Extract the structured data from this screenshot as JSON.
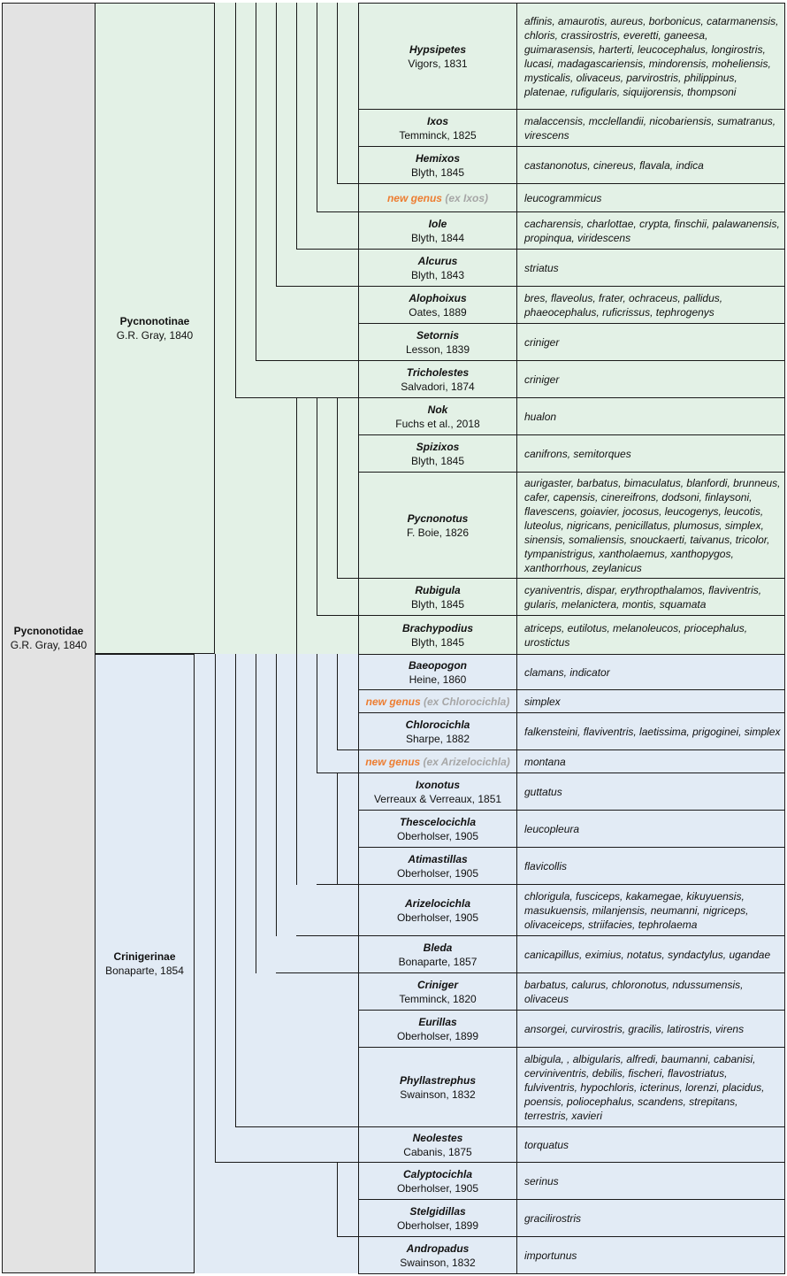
{
  "family": {
    "name": "Pycnonotidae",
    "author": "G.R. Gray, 1840"
  },
  "subfamilies": [
    {
      "name": "Pycnonotinae",
      "author": "G.R. Gray, 1840"
    },
    {
      "name": "Crinigerinae",
      "author": "Bonaparte, 1854"
    }
  ],
  "genera": [
    {
      "name": "Hypsipetes",
      "author": "Vigors, 1831",
      "species": "affinis, amaurotis, aureus, borbonicus, catarmanensis, chloris, crassirostris, everetti, ganeesa, guimarasensis, harterti, leucocephalus, longirostris, lucasi, madagascariensis, mindorensis, moheliensis, mysticalis, olivaceus, parvirostris, philippinus, platenae, rufigularis, siquijorensis, thompsoni"
    },
    {
      "name": "Ixos",
      "author": "Temminck, 1825",
      "species": "malaccensis, mcclellandii, nicobariensis, sumatranus, virescens"
    },
    {
      "name": "Hemixos",
      "author": "Blyth, 1845",
      "species": "castanonotus, cinereus, flavala, indica"
    },
    {
      "name": "new genus",
      "ex": "(ex Ixos)",
      "species": "leucogrammicus"
    },
    {
      "name": "Iole",
      "author": "Blyth, 1844",
      "species": "cacharensis, charlottae, crypta, finschii, palawanensis, propinqua, viridescens"
    },
    {
      "name": "Alcurus",
      "author": "Blyth, 1843",
      "species": "striatus"
    },
    {
      "name": "Alophoixus",
      "author": "Oates, 1889",
      "species": "bres, flaveolus, frater, ochraceus, pallidus, phaeocephalus, ruficrissus, tephrogenys"
    },
    {
      "name": "Setornis",
      "author": "Lesson, 1839",
      "species": "criniger"
    },
    {
      "name": "Tricholestes",
      "author": "Salvadori, 1874",
      "species": "criniger"
    },
    {
      "name": "Nok",
      "author": "Fuchs et al., 2018",
      "species": "hualon"
    },
    {
      "name": "Spizixos",
      "author": "Blyth, 1845",
      "species": "canifrons, semitorques"
    },
    {
      "name": "Pycnonotus",
      "author": "F. Boie, 1826",
      "species": "aurigaster, barbatus, bimaculatus, blanfordi, brunneus, cafer, capensis, cinereifrons, dodsoni, finlaysoni, flavescens, goiavier, jocosus, leucogenys, leucotis, luteolus, nigricans, penicillatus, plumosus, simplex, sinensis, somaliensis, snouckaerti, taivanus, tricolor, tympanistrigus, xantholaemus, xanthopygos, xanthorrhous, zeylanicus"
    },
    {
      "name": "Rubigula",
      "author": "Blyth, 1845",
      "species": "cyaniventris, dispar, erythropthalamos, flaviventris, gularis, melanictera, montis, squamata"
    },
    {
      "name": "Brachypodius",
      "author": "Blyth, 1845",
      "species": "atriceps, eutilotus, melanoleucos, priocephalus, urostictus"
    },
    {
      "name": "Baeopogon",
      "author": "Heine, 1860",
      "species": "clamans, indicator"
    },
    {
      "name": "new genus",
      "ex": "(ex Chlorocichla)",
      "species": "simplex"
    },
    {
      "name": "Chlorocichla",
      "author": "Sharpe, 1882",
      "species": "falkensteini, flaviventris, laetissima, prigoginei, simplex"
    },
    {
      "name": "new genus",
      "ex": "(ex Arizelocichla)",
      "species": "montana"
    },
    {
      "name": "Ixonotus",
      "author": "Verreaux & Verreaux, 1851",
      "species": "guttatus"
    },
    {
      "name": "Thescelocichla",
      "author": "Oberholser, 1905",
      "species": "leucopleura"
    },
    {
      "name": "Atimastillas",
      "author": "Oberholser, 1905",
      "species": "flavicollis"
    },
    {
      "name": "Arizelocichla",
      "author": "Oberholser, 1905",
      "species": "chlorigula, fusciceps, kakamegae, kikuyuensis, masukuensis, milanjensis, neumanni, nigriceps, olivaceiceps, striifacies, tephrolaema"
    },
    {
      "name": "Bleda",
      "author": "Bonaparte, 1857",
      "species": "canicapillus, eximius, notatus, syndactylus, ugandae"
    },
    {
      "name": "Criniger",
      "author": "Temminck, 1820",
      "species": "barbatus, calurus, chloronotus, ndussumensis, olivaceus"
    },
    {
      "name": "Eurillas",
      "author": "Oberholser, 1899",
      "species": "ansorgei, curvirostris, gracilis, latirostris, virens"
    },
    {
      "name": "Phyllastrephus",
      "author": "Swainson, 1832",
      "species": "albigula, , albigularis, alfredi, baumanni, cabanisi, cerviniventris, debilis, fischeri, flavostriatus, fulviventris, hypochloris, icterinus, lorenzi, placidus, poensis, poliocephalus, scandens, strepitans, terrestris, xavieri"
    },
    {
      "name": "Neolestes",
      "author": "Cabanis, 1875",
      "species": "torquatus"
    },
    {
      "name": "Calyptocichla",
      "author": "Oberholser, 1905",
      "species": "serinus"
    },
    {
      "name": "Stelgidillas",
      "author": "Oberholser, 1899",
      "species": "gracilirostris"
    },
    {
      "name": "Andropadus",
      "author": "Swainson, 1832",
      "species": "importunus"
    }
  ]
}
